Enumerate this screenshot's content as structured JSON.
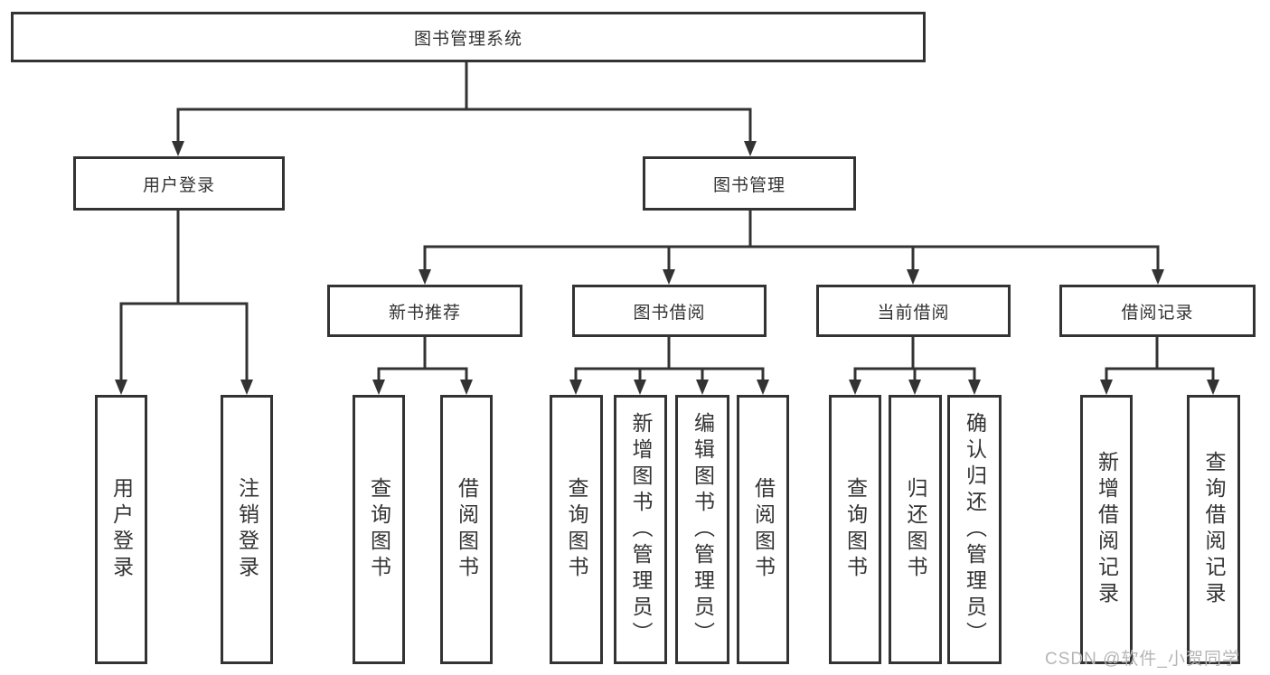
{
  "diagram": {
    "root_label": "图书管理系统",
    "level1": {
      "user_login": {
        "label": "用户登录",
        "children": [
          "用户登录",
          "注销登录"
        ]
      },
      "book_mgmt": {
        "label": "图书管理"
      }
    },
    "level2": {
      "new_book_rec": {
        "label": "新书推荐",
        "children": [
          "查询图书",
          "借阅图书"
        ]
      },
      "book_borrow": {
        "label": "图书借阅",
        "children": [
          "查询图书",
          "新增图书（管理员）",
          "编辑图书（管理员）",
          "借阅图书"
        ]
      },
      "current_borrow": {
        "label": "当前借阅",
        "children": [
          "查询图书",
          "归还图书",
          "确认归还（管理员）"
        ]
      },
      "borrow_records": {
        "label": "借阅记录",
        "children": [
          "新增借阅记录",
          "查询借阅记录"
        ]
      }
    }
  },
  "watermark": {
    "text": "CSDN @软件_小贺同学"
  },
  "colors": {
    "line": "#333333",
    "text": "#333333",
    "watermark": "#b5b5b5",
    "background": "#ffffff"
  }
}
